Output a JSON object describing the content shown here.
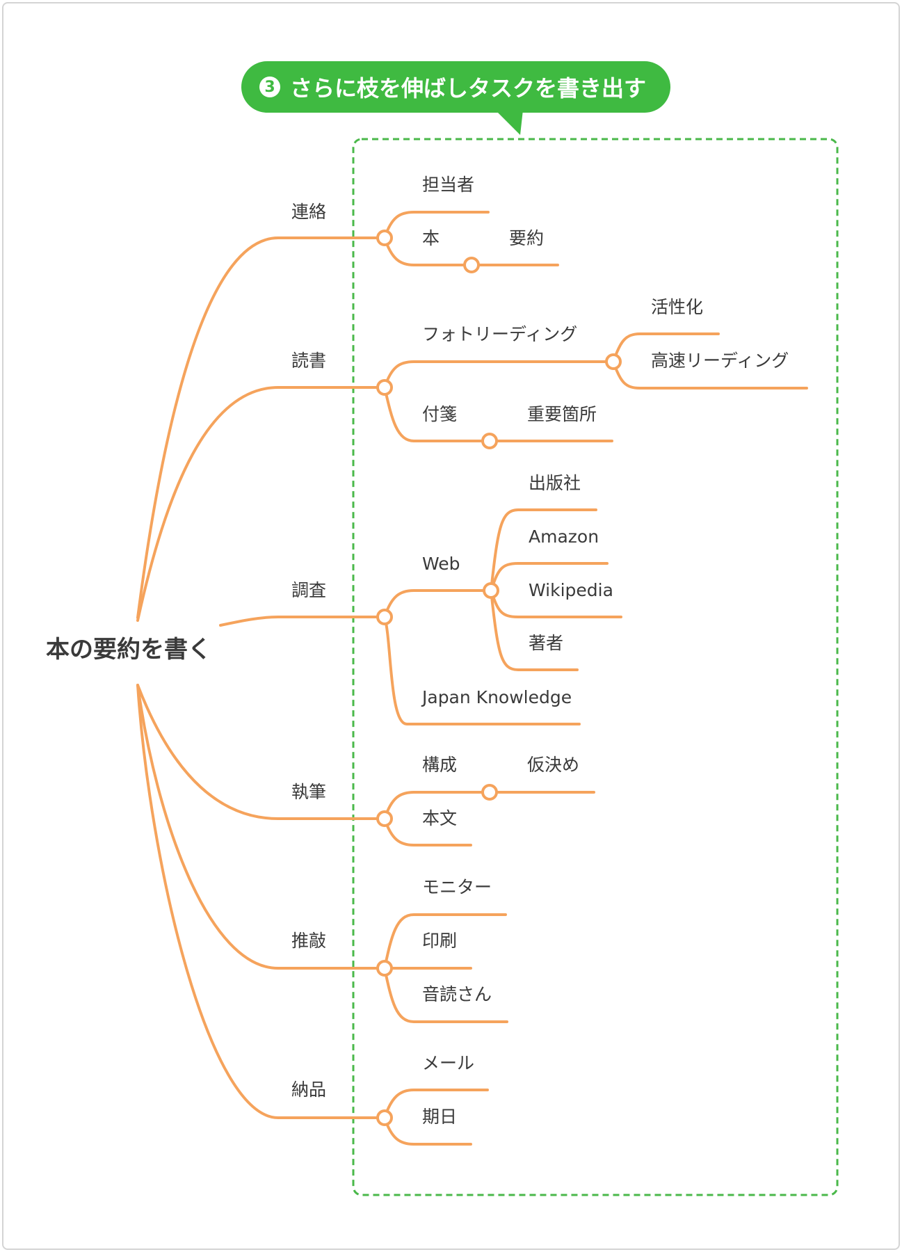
{
  "colors": {
    "branch": "#f5a35c",
    "callout": "#3fba41",
    "dashed_box": "#4ab84a",
    "text": "#3a3a3a"
  },
  "callout": {
    "number": "3",
    "text": "さらに枝を伸ばしタスクを書き出す"
  },
  "root": {
    "label": "本の要約を書く"
  },
  "branches": [
    {
      "label": "連絡",
      "children": [
        {
          "label": "担当者"
        },
        {
          "label": "本",
          "children": [
            {
              "label": "要約"
            }
          ]
        }
      ]
    },
    {
      "label": "読書",
      "children": [
        {
          "label": "フォトリーディング",
          "children": [
            {
              "label": "活性化"
            },
            {
              "label": "高速リーディング"
            }
          ]
        },
        {
          "label": "付箋",
          "children": [
            {
              "label": "重要箇所"
            }
          ]
        }
      ]
    },
    {
      "label": "調査",
      "children": [
        {
          "label": "Web",
          "children": [
            {
              "label": "出版社"
            },
            {
              "label": "Amazon"
            },
            {
              "label": "Wikipedia"
            },
            {
              "label": "著者"
            }
          ]
        },
        {
          "label": "Japan Knowledge"
        }
      ]
    },
    {
      "label": "執筆",
      "children": [
        {
          "label": "構成",
          "children": [
            {
              "label": "仮決め"
            }
          ]
        },
        {
          "label": "本文"
        }
      ]
    },
    {
      "label": "推敲",
      "children": [
        {
          "label": "モニター"
        },
        {
          "label": "印刷"
        },
        {
          "label": "音読さん"
        }
      ]
    },
    {
      "label": "納品",
      "children": [
        {
          "label": "メール"
        },
        {
          "label": "期日"
        }
      ]
    }
  ]
}
